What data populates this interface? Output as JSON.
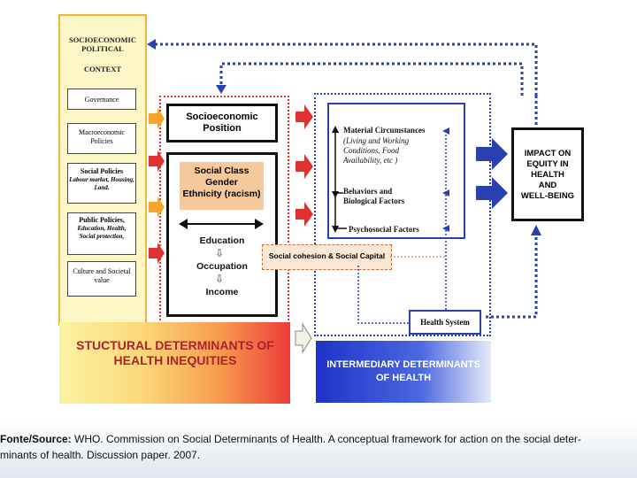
{
  "context": {
    "title_1": "SOCIOECONOMIC",
    "title_2": "POLITICAL",
    "title_3": "CONTEXT",
    "items": [
      {
        "label": "Governance",
        "sub": ""
      },
      {
        "label": "Macroeconomic Policies",
        "sub": ""
      },
      {
        "label": "Social Policies",
        "sub": "Labour market, Housing, Land."
      },
      {
        "label": "Public Policies,",
        "sub": "Education, Health, Social protection,"
      },
      {
        "label": "Culture and Societal value",
        "sub": ""
      }
    ]
  },
  "structural": {
    "socio_position": "Socioeconomic Position",
    "class_1": "Social Class",
    "class_2": "Gender",
    "class_3": "Ethnicity (racism)",
    "education": "Education",
    "occupation": "Occupation",
    "income": "Income",
    "banner_1": "STUCTURAL DETERMINANTS OF",
    "banner_2": "HEALTH INEQUITIES"
  },
  "intermediary": {
    "material": "Material Circumstances",
    "material_sub_1": "(Living and Working",
    "material_sub_2": "Conditions, Food",
    "material_sub_3": "Availability, etc )",
    "behaviors_1": "Behaviors and",
    "behaviors_2": "Biological Factors",
    "psychosocial": "Psychosocial Factors",
    "banner_1": "INTERMEDIARY DETERMINANTS",
    "banner_2": "OF HEALTH"
  },
  "social_cohesion": "Social cohesion &  Social Capital",
  "health_system": "Health System",
  "impact": {
    "line_1": "IMPACT ON",
    "line_2": "EQUITY IN",
    "line_3": "HEALTH",
    "line_4": "AND",
    "line_5": "WELL-BEING"
  },
  "source": {
    "label": "Fonte/Source:",
    "text_1": " WHO. Commission on Social Determinants of Health. A conceptual framework for action on the social deter-",
    "text_2": "minants of health. Discussion paper. 2007."
  },
  "colors": {
    "structural_red": "#e0302f",
    "intermediary_blue": "#2a3fb0",
    "context_yellow": "#fdf7c8",
    "class_orange": "#f6c99d"
  }
}
